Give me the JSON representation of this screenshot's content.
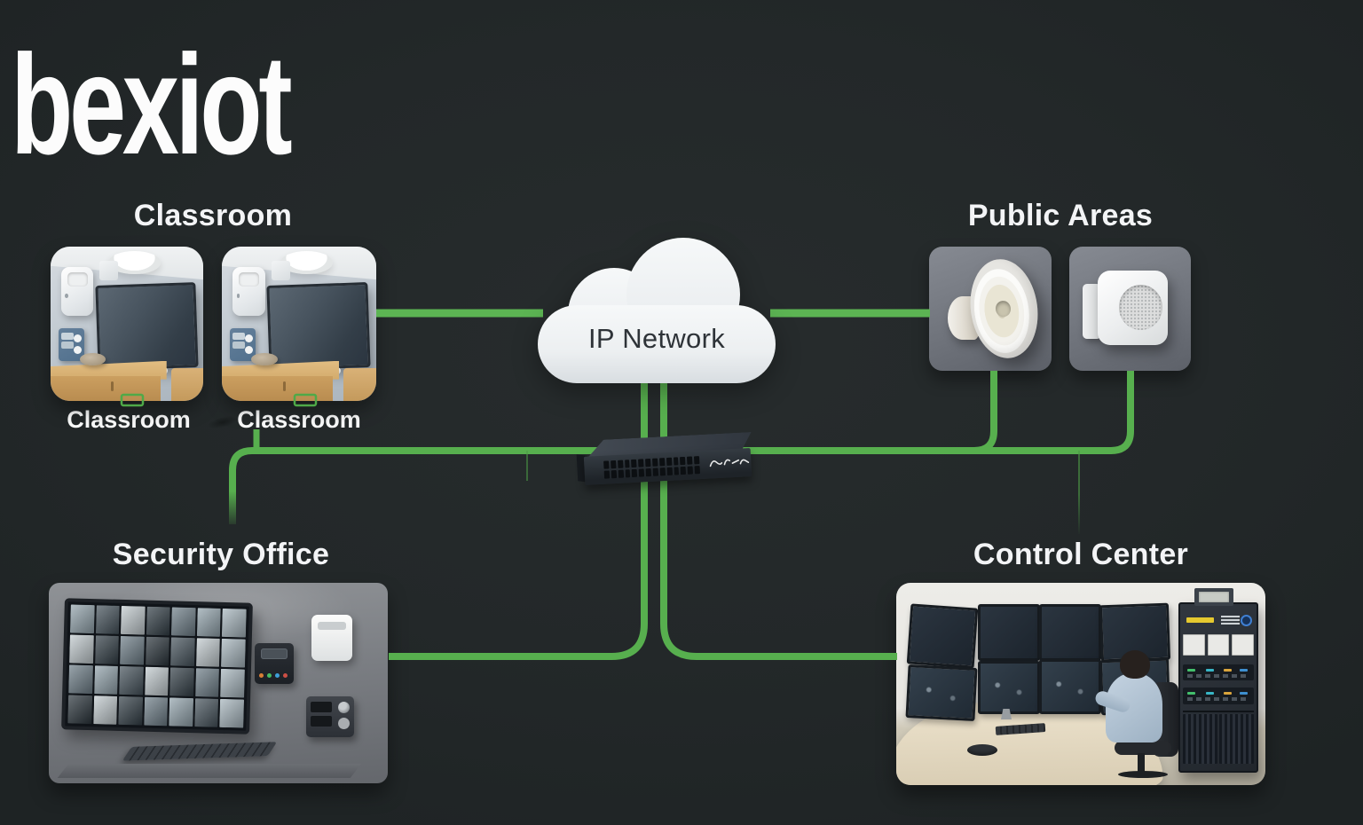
{
  "logo": {
    "text": "bexiot"
  },
  "network": {
    "cloud_label": "IP Network",
    "cloud_icon": "cloud-icon",
    "switch_icon": "network-switch-icon"
  },
  "sections": {
    "classroom": {
      "title": "Classroom",
      "tiles": [
        {
          "label": "Classroom",
          "icon": "classroom-room-icon"
        },
        {
          "label": "Classroom",
          "icon": "classroom-room-icon"
        }
      ]
    },
    "public_areas": {
      "title": "Public Areas",
      "tiles": [
        {
          "icon": "horn-speaker-icon"
        },
        {
          "icon": "cabinet-speaker-icon"
        }
      ]
    },
    "security_office": {
      "title": "Security Office",
      "icon": "cctv-wall-icon"
    },
    "control_center": {
      "title": "Control Center",
      "icon": "control-room-icon"
    }
  },
  "colors": {
    "background": "#232829",
    "line_green": "#57af4e",
    "cloud_fill": "#eef1f3",
    "heading_text": "#f3f4f6"
  }
}
